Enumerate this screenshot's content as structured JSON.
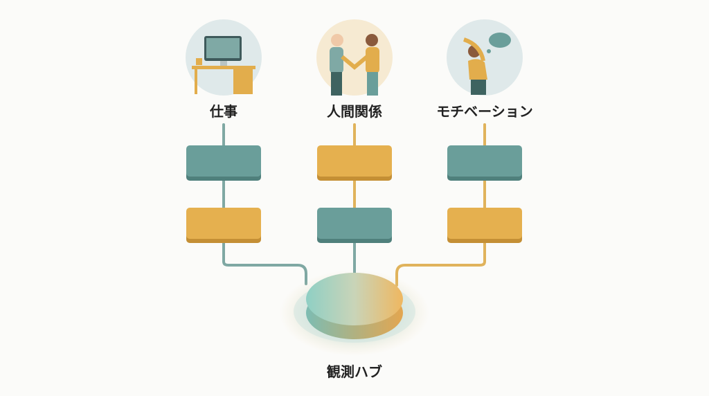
{
  "colors": {
    "teal": "#6a9e9a",
    "gold": "#e5b04f",
    "line_teal": "#7fa8a3",
    "line_gold": "#e0b35c"
  },
  "categories": [
    {
      "label": "仕事",
      "icon": "desk-computer-icon",
      "boxes": [
        "teal",
        "gold"
      ]
    },
    {
      "label": "人間関係",
      "icon": "handshake-icon",
      "boxes": [
        "gold",
        "teal"
      ]
    },
    {
      "label": "モチベーション",
      "icon": "stretching-person-icon",
      "boxes": [
        "teal",
        "gold"
      ]
    }
  ],
  "hub": {
    "label": "観測ハブ"
  }
}
